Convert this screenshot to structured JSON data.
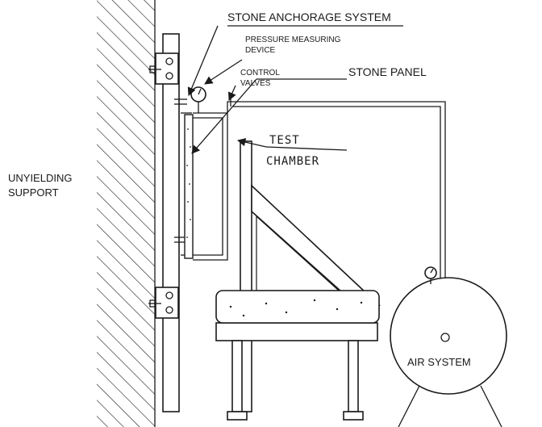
{
  "labels": {
    "unyielding_support_line1": "UNYIELDING",
    "unyielding_support_line2": "SUPPORT",
    "stone_anchorage_system": "STONE ANCHORAGE SYSTEM",
    "pressure_device_line1": "PRESSURE MEASURING",
    "pressure_device_line2": "DEVICE",
    "control_valves_line1": "CONTROL",
    "control_valves_line2": "VALVES",
    "stone_panel": "STONE PANEL",
    "test_chamber_line1": "TEST",
    "test_chamber_line2": "CHAMBER",
    "air_system": "AIR SYSTEM"
  },
  "colors": {
    "ink": "#1a1a1a",
    "background": "#ffffff"
  }
}
